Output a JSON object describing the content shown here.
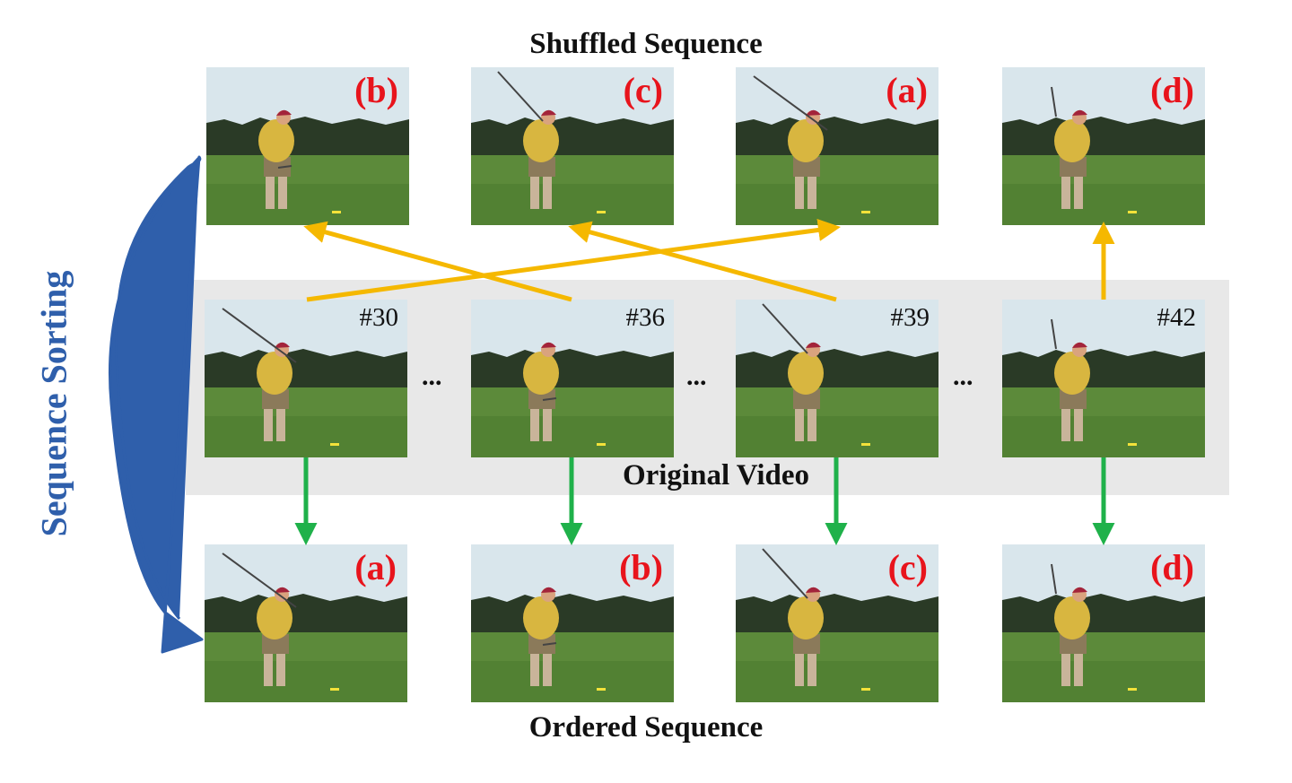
{
  "headings": {
    "shuffled": "Shuffled Sequence",
    "original": "Original Video",
    "ordered": "Ordered Sequence",
    "sorting": "Sequence Sorting"
  },
  "ellipsis": "...",
  "shuffled_frames": [
    {
      "label": "(b)",
      "pose": "downswing"
    },
    {
      "label": "(c)",
      "pose": "impact"
    },
    {
      "label": "(a)",
      "pose": "backswing"
    },
    {
      "label": "(d)",
      "pose": "follow-through"
    }
  ],
  "original_frames": [
    {
      "label": "#30",
      "pose": "backswing"
    },
    {
      "label": "#36",
      "pose": "downswing"
    },
    {
      "label": "#39",
      "pose": "impact"
    },
    {
      "label": "#42",
      "pose": "follow-through"
    }
  ],
  "ordered_frames": [
    {
      "label": "(a)",
      "pose": "backswing"
    },
    {
      "label": "(b)",
      "pose": "downswing"
    },
    {
      "label": "(c)",
      "pose": "impact"
    },
    {
      "label": "(d)",
      "pose": "follow-through"
    }
  ],
  "colors": {
    "shuffle_arrow": "#f5b800",
    "order_arrow": "#1fb14a",
    "sorting_arrow": "#2f5fab",
    "tag_text": "#e8141c",
    "band": "#e8e8e8"
  }
}
